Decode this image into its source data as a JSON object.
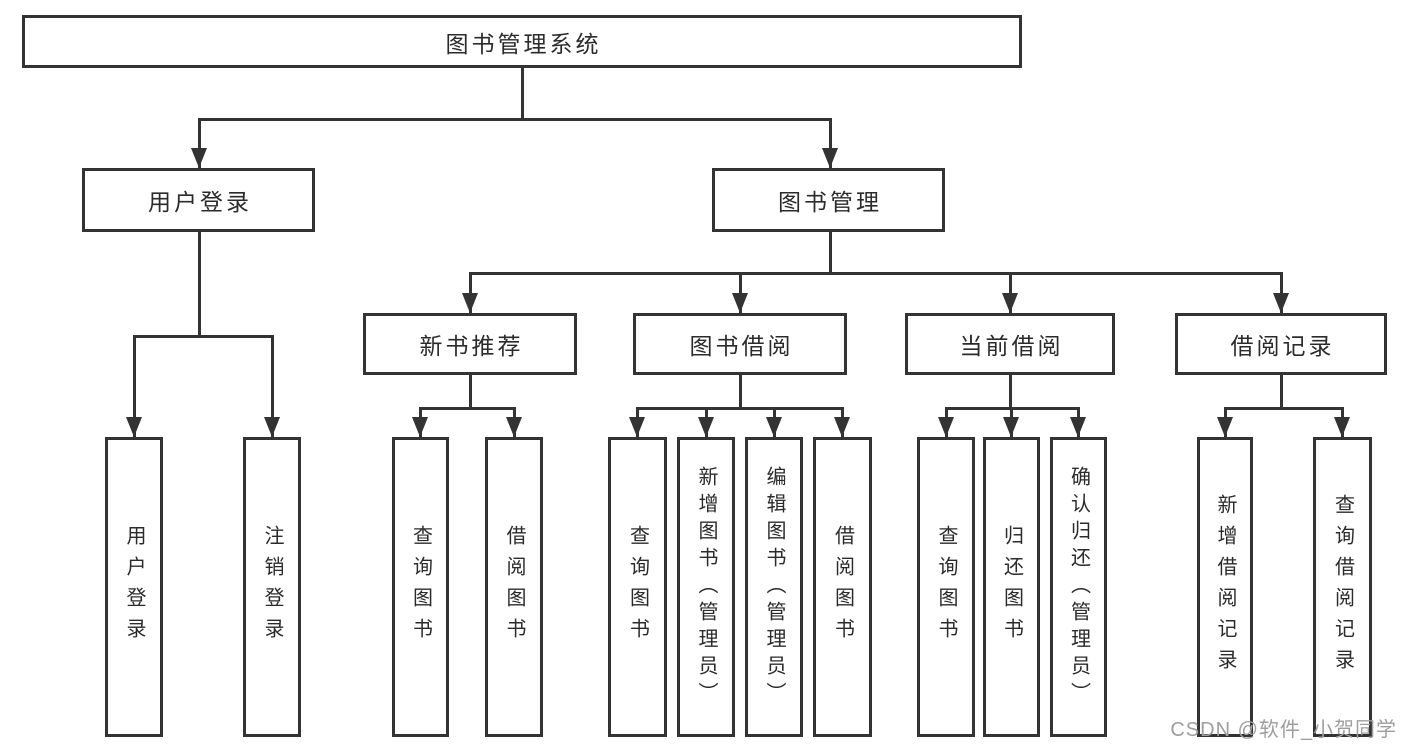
{
  "root": {
    "label": "图书管理系统"
  },
  "level2": {
    "user_login": {
      "label": "用户登录"
    },
    "book_management": {
      "label": "图书管理"
    }
  },
  "level3": {
    "new_book_recommendation": {
      "label": "新书推荐"
    },
    "book_borrowing": {
      "label": "图书借阅"
    },
    "current_borrowing": {
      "label": "当前借阅"
    },
    "borrowing_records": {
      "label": "借阅记录"
    }
  },
  "leaves": {
    "user_login": [
      "用户登录",
      "注销登录"
    ],
    "new_book_recommendation": [
      "查询图书",
      "借阅图书"
    ],
    "book_borrowing": [
      "查询图书",
      "新增图书（管理员）",
      "编辑图书（管理员）",
      "借阅图书"
    ],
    "current_borrowing": [
      "查询图书",
      "归还图书",
      "确认归还（管理员）"
    ],
    "borrowing_records": [
      "新增借阅记录",
      "查询借阅记录"
    ]
  },
  "watermark": "CSDN @软件_小贺同学",
  "colors": {
    "line": "#333333",
    "text": "#2b2b2b",
    "watermark": "#9e9e9e",
    "background": "#ffffff"
  }
}
